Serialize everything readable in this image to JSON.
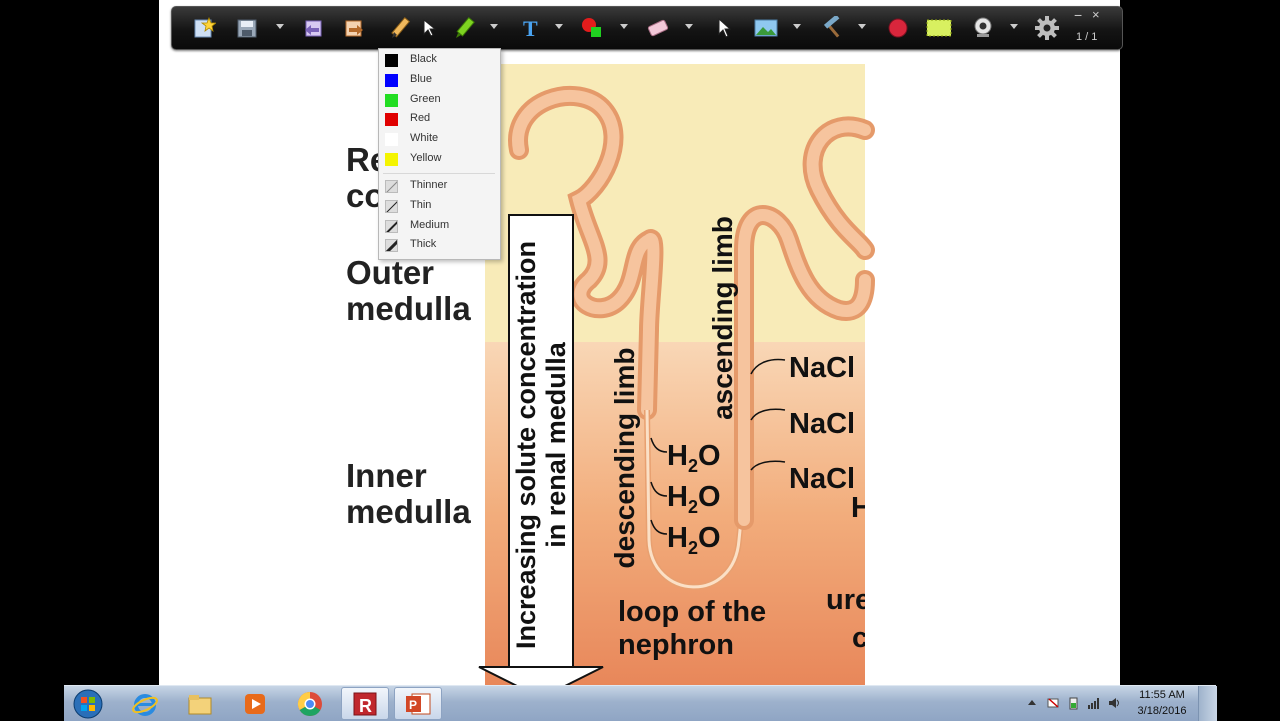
{
  "slide": {
    "zone_labels": {
      "cortex_line1": "Re",
      "cortex_line2": "co",
      "outer_line1": "Outer",
      "outer_line2": "medulla",
      "inner_line1": "Inner",
      "inner_line2": "medulla"
    },
    "arrow_label_line1": "Increasing solute concentration",
    "arrow_label_line2": "in renal medulla",
    "descending_limb": "descending limb",
    "ascending_limb": "ascending limb",
    "water_label": "H",
    "water_sub": "2",
    "water_tail": "O",
    "salt_label": "NaCl",
    "loop_line1": "loop of the",
    "loop_line2": "nephron",
    "cut_h": "H",
    "cut_ure": "ure",
    "cut_c": "c"
  },
  "toolbar": {
    "icons": [
      "new-page-icon",
      "save-icon",
      "undo-icon",
      "redo-icon",
      "pen-icon",
      "pointer-icon",
      "highlighter-icon",
      "text-tool-icon",
      "color-picker-icon",
      "eraser-icon",
      "select-arrow-icon",
      "insert-image-icon",
      "hammer-icon",
      "record-icon",
      "screen-region-icon",
      "webcam-icon",
      "settings-icon"
    ],
    "page_count": "1 / 1",
    "minimize_glyph": "−",
    "close_glyph": "×"
  },
  "pen_menu": {
    "colors": [
      {
        "label": "Black",
        "color": "#000000"
      },
      {
        "label": "Blue",
        "color": "#0000ff"
      },
      {
        "label": "Green",
        "color": "#22dd22"
      },
      {
        "label": "Red",
        "color": "#e00000"
      },
      {
        "label": "White",
        "color": "#ffffff"
      },
      {
        "label": "Yellow",
        "color": "#f4f400"
      }
    ],
    "widths": [
      {
        "label": "Thinner"
      },
      {
        "label": "Thin"
      },
      {
        "label": "Medium"
      },
      {
        "label": "Thick"
      }
    ]
  },
  "taskbar": {
    "apps": [
      "start-orb-icon",
      "internet-explorer-icon",
      "file-explorer-icon",
      "media-player-icon",
      "chrome-icon",
      "r-app-icon",
      "powerpoint-icon"
    ],
    "clock_time": "11:55 AM",
    "clock_date": "3/18/2016"
  }
}
